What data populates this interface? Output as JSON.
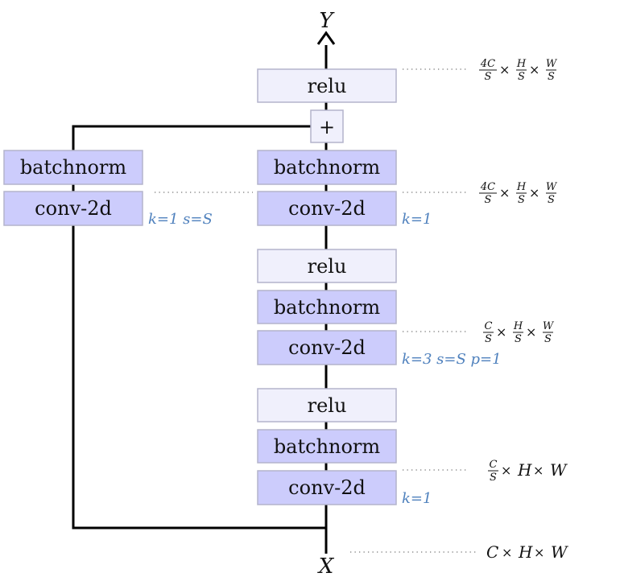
{
  "labels": {
    "output": "Y",
    "input": "X",
    "plus": "+"
  },
  "blocks": {
    "relu_top": "relu",
    "bn_shortcut": "batchnorm",
    "conv_shortcut": "conv-2d",
    "bn_main3": "batchnorm",
    "conv_main3": "conv-2d",
    "relu_mid": "relu",
    "bn_main2": "batchnorm",
    "conv_main2": "conv-2d",
    "relu_low": "relu",
    "bn_main1": "batchnorm",
    "conv_main1": "conv-2d"
  },
  "params": {
    "conv_shortcut": "k=1 s=S",
    "conv_main3": "k=1",
    "conv_main2": "k=3 s=S p=1",
    "conv_main1": "k=1"
  },
  "dims": {
    "out": "4C/S × H/S × W/S",
    "main3": "4C/S × H/S × W/S",
    "main2": "C/S × H/S × W/S",
    "main1": "C/S × H × W",
    "input": "C × H × W"
  },
  "colors": {
    "light_block": "#f0f0fc",
    "dark_block": "#ccccfc",
    "block_border": "#b4b4cc",
    "param_text": "#4f81bd"
  }
}
